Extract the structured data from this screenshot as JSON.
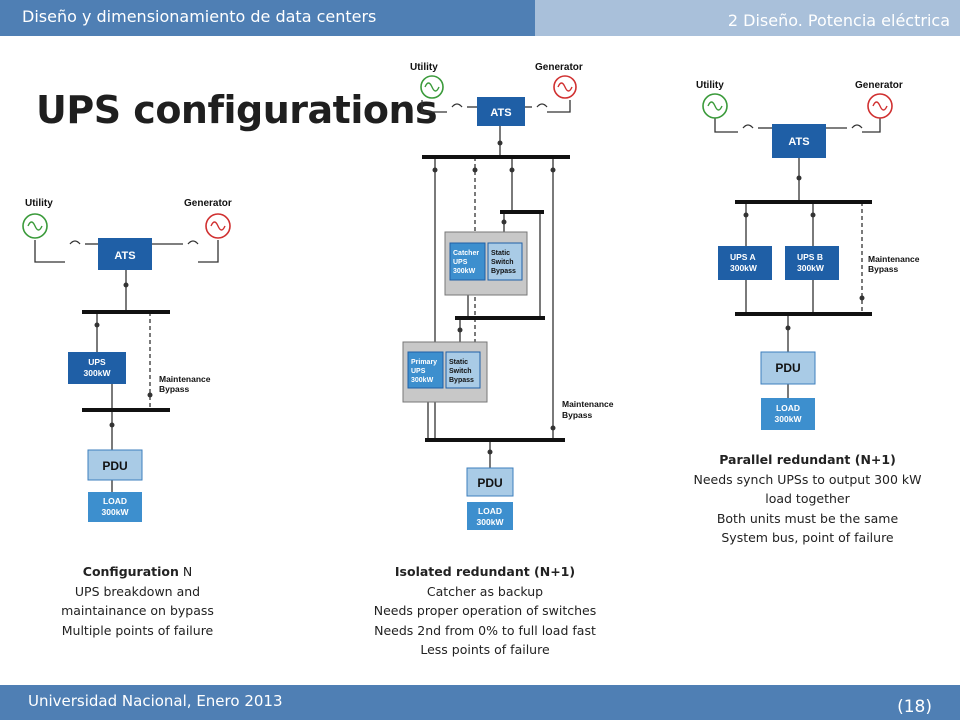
{
  "header": {
    "title": "Diseño y dimensionamiento de data centers",
    "section": "2 Diseño. Potencia eléctrica"
  },
  "slide_title": "UPS configurations",
  "diagrams": {
    "n": {
      "utility": "Utility",
      "generator": "Generator",
      "ats": "ATS",
      "ups_line1": "UPS",
      "ups_line2": "300kW",
      "maint_line1": "Maintenance",
      "maint_line2": "Bypass",
      "pdu": "PDU",
      "load_line1": "LOAD",
      "load_line2": "300kW"
    },
    "isolated": {
      "utility": "Utility",
      "generator": "Generator",
      "ats": "ATS",
      "catcher_line1": "Catcher",
      "catcher_line2": "UPS",
      "catcher_line3": "300kW",
      "static_line1": "Static",
      "static_line2": "Switch",
      "static_line3": "Bypass",
      "primary_line1": "Primary",
      "primary_line2": "UPS",
      "primary_line3": "300kW",
      "static2_line1": "Static",
      "static2_line2": "Switch",
      "static2_line3": "Bypass",
      "maint_line1": "Maintenance",
      "maint_line2": "Bypass",
      "pdu": "PDU",
      "load_line1": "LOAD",
      "load_line2": "300kW"
    },
    "parallel": {
      "utility": "Utility",
      "generator": "Generator",
      "ats": "ATS",
      "upsa_line1": "UPS A",
      "upsa_line2": "300kW",
      "upsb_line1": "UPS B",
      "upsb_line2": "300kW",
      "maint_line1": "Maintenance",
      "maint_line2": "Bypass",
      "pdu": "PDU",
      "load_line1": "LOAD",
      "load_line2": "300kW"
    }
  },
  "captions": {
    "n": {
      "title_bold": "Configuration",
      "title_rest": " N",
      "lines": [
        "UPS breakdown and",
        "maintainance on bypass",
        "Multiple points of failure"
      ]
    },
    "isolated": {
      "title": "Isolated redundant (N+1)",
      "lines": [
        "Catcher as backup",
        "Needs proper operation of switches",
        "Needs 2nd from 0% to full load fast",
        "Less points of failure"
      ]
    },
    "parallel": {
      "title": "Parallel redundant (N+1)",
      "lines": [
        "Needs synch UPSs to output 300 kW",
        "load together",
        "Both units must be the same",
        "System bus, point of failure"
      ]
    }
  },
  "footer": {
    "text": "Universidad Nacional, Enero 2013",
    "page": "(18)"
  },
  "colors": {
    "header_dark": "#4f7fb4",
    "header_light": "#a9c0da",
    "ups_blue": "#1f5fa6",
    "pdu_light": "#a9cbe6",
    "load_blue": "#3d8fce",
    "gray_box": "#c8c8c8",
    "utility_green": "#3a9a3a",
    "generator_red": "#d03030"
  }
}
